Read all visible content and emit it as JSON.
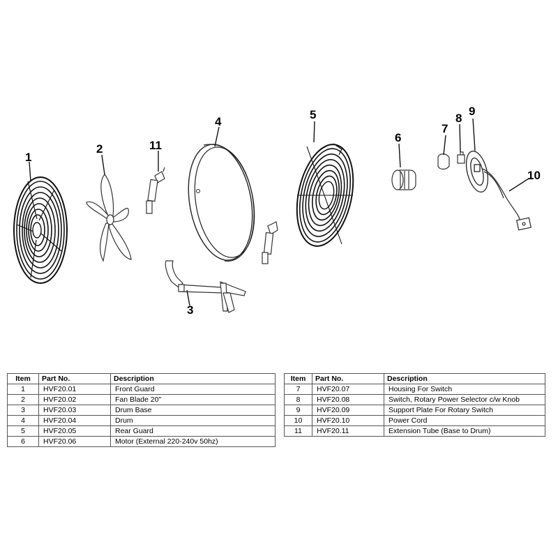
{
  "callouts": [
    {
      "id": "1",
      "text": "1"
    },
    {
      "id": "2",
      "text": "2"
    },
    {
      "id": "3",
      "text": "3"
    },
    {
      "id": "4",
      "text": "4"
    },
    {
      "id": "5",
      "text": "5"
    },
    {
      "id": "6",
      "text": "6"
    },
    {
      "id": "7",
      "text": "7"
    },
    {
      "id": "8",
      "text": "8"
    },
    {
      "id": "9",
      "text": "9"
    },
    {
      "id": "10",
      "text": "10"
    },
    {
      "id": "11",
      "text": "11"
    }
  ],
  "tables": {
    "headers": {
      "item": "Item",
      "part": "Part No.",
      "desc": "Description"
    },
    "left": [
      {
        "item": "1",
        "part": "HVF20.01",
        "desc": "Front Guard"
      },
      {
        "item": "2",
        "part": "HVF20.02",
        "desc": "Fan Blade 20\""
      },
      {
        "item": "3",
        "part": "HVF20.03",
        "desc": "Drum Base"
      },
      {
        "item": "4",
        "part": "HVF20.04",
        "desc": "Drum"
      },
      {
        "item": "5",
        "part": "HVF20.05",
        "desc": "Rear Guard"
      },
      {
        "item": "6",
        "part": "HVF20.06",
        "desc": "Motor (External 220-240v 50hz)"
      }
    ],
    "right": [
      {
        "item": "7",
        "part": "HVF20.07",
        "desc": "Housing For Switch"
      },
      {
        "item": "8",
        "part": "HVF20.08",
        "desc": "Switch, Rotary Power Selector c/w Knob"
      },
      {
        "item": "9",
        "part": "HVF20.09",
        "desc": "Support Plate For Rotary Switch"
      },
      {
        "item": "10",
        "part": "HVF20.10",
        "desc": "Power Cord"
      },
      {
        "item": "11",
        "part": "HVF20.11",
        "desc": "Extension Tube (Base to Drum)"
      }
    ]
  }
}
